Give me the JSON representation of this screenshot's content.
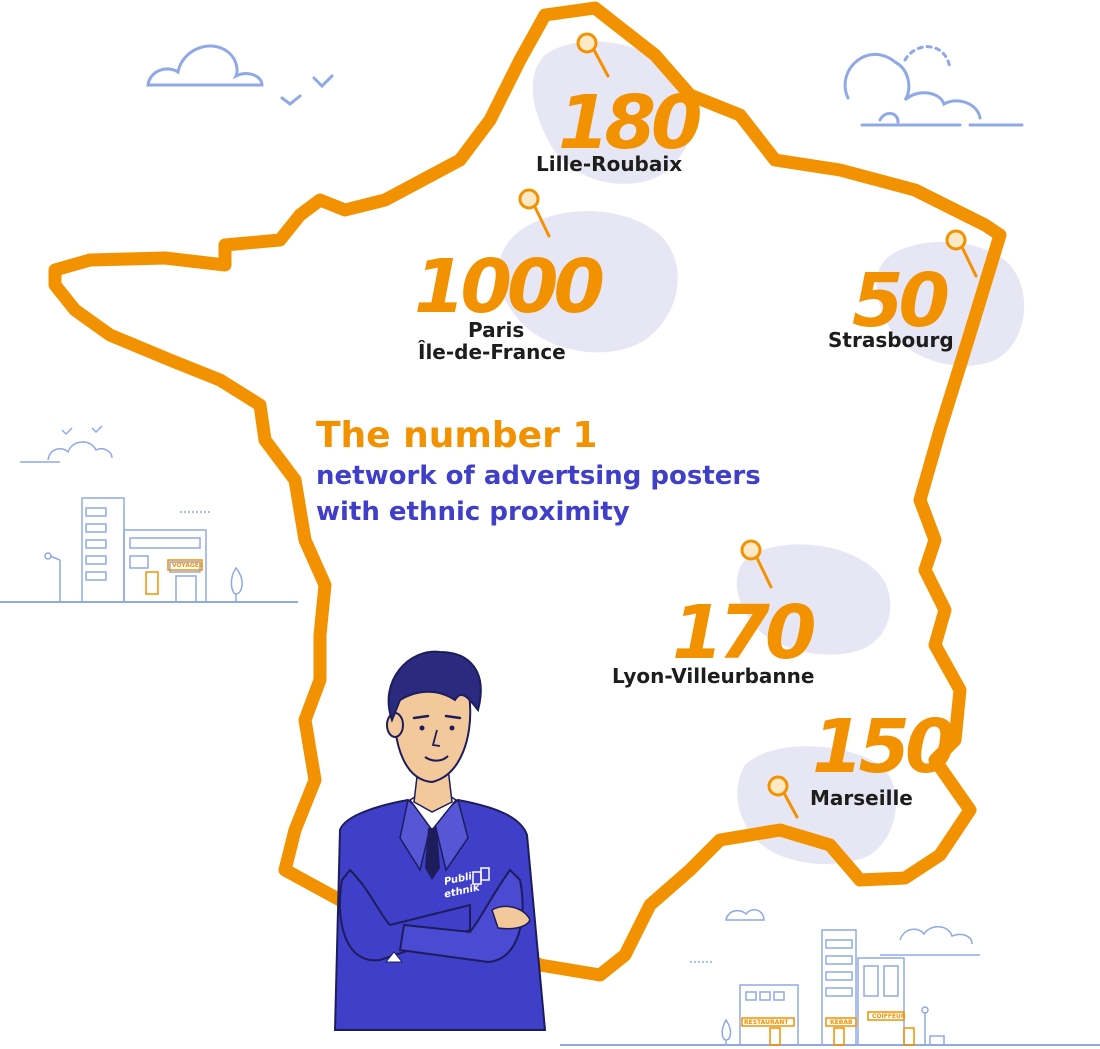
{
  "headline": {
    "title": "The number 1",
    "line1": "network of advertsing posters",
    "line2": "with ethnic proximity"
  },
  "cities": {
    "lille": {
      "count": "180",
      "name": "Lille-Roubaix"
    },
    "paris": {
      "count": "1000",
      "name_line1": "Paris",
      "name_line2": "Île-de-France"
    },
    "strasbourg": {
      "count": "50",
      "name": "Strasbourg"
    },
    "lyon": {
      "count": "170",
      "name": "Lyon-Villeurbanne"
    },
    "marseille": {
      "count": "150",
      "name": "Marseille"
    }
  },
  "signs": {
    "voyages": "VOYAGES",
    "restaurant": "RESTAURANT",
    "kebab": "KEBAB",
    "coiffeur": "COIFFEUR"
  },
  "logo": {
    "line1": "Publi",
    "line2": "ethnik"
  },
  "colors": {
    "accent_orange": "#f39200",
    "brand_blue": "#3f3fc9",
    "blob_lavender": "#e6e6f4",
    "line_blue": "#8fa8e6",
    "text_dark": "#1d1d1b"
  },
  "icons": [
    "map-pin-icon",
    "cloud-icon",
    "bird-icon",
    "building-icon",
    "tree-icon",
    "street-lamp-icon"
  ]
}
